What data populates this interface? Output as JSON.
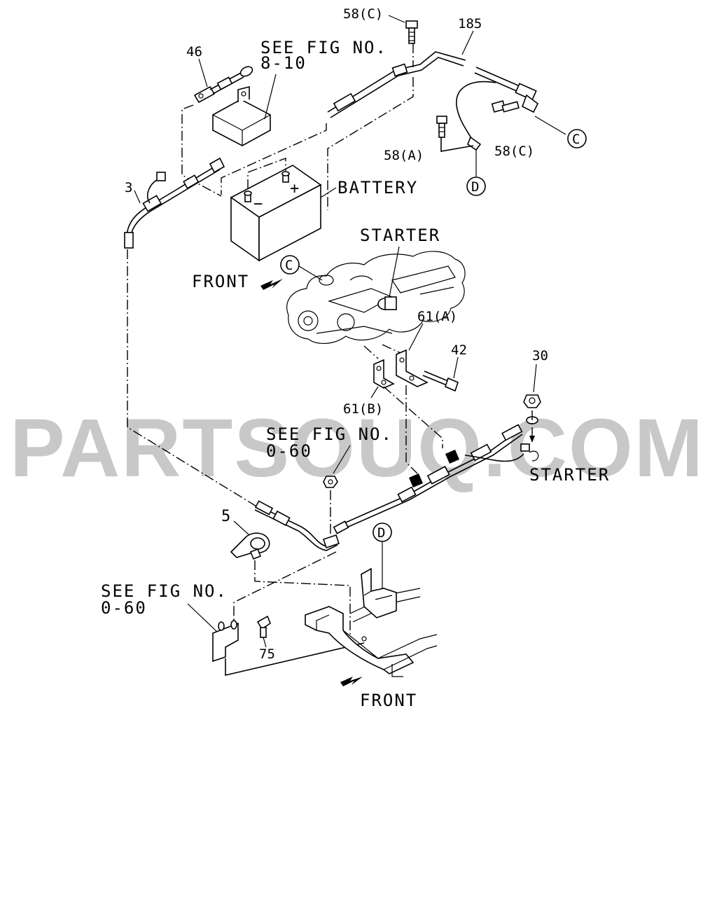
{
  "watermark": "PARTSOUQ.COM",
  "callouts": {
    "c58c_top": "58(C)",
    "c185": "185",
    "c46": "46",
    "c3": "3",
    "c58a": "58(A)",
    "c58c_right": "58(C)",
    "c61a": "61(A)",
    "c61b": "61(B)",
    "c42": "42",
    "c30": "30",
    "c5": "5",
    "c75": "75"
  },
  "labels": {
    "see_fig_810_line1": "SEE FIG NO.",
    "see_fig_810_line2": "8-10",
    "battery": "BATTERY",
    "starter_top": "STARTER",
    "front_top": "FRONT",
    "see_fig_060a_line1": "SEE FIG NO.",
    "see_fig_060a_line2": "0-60",
    "starter_right": "STARTER",
    "see_fig_060b_line1": "SEE FIG NO.",
    "see_fig_060b_line2": "0-60",
    "front_bottom": "FRONT",
    "plus_sign": "+",
    "minus_sign": "−"
  },
  "markers": {
    "c_right": "C",
    "d_right": "D",
    "c_engine": "C",
    "d_frame": "D"
  }
}
